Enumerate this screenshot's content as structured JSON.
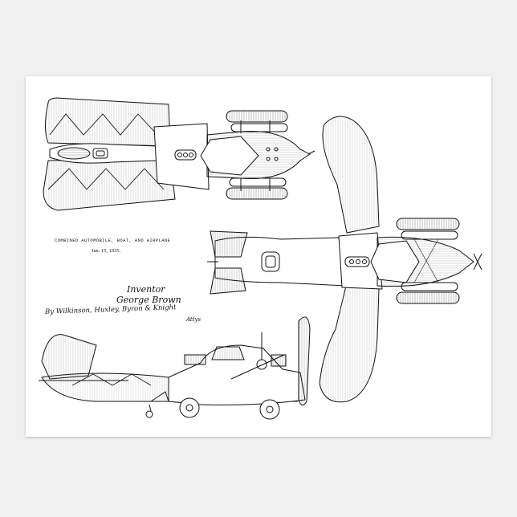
{
  "patent": {
    "title": "COMBINED AUTOMOBILE, BOAT, AND AIRPLANE",
    "date": "Jan. 15, 1935.",
    "inventor_label": "Inventor",
    "inventor_name": "George Brown",
    "attorneys": "By Wilkinson, Huxley, Byron & Knight",
    "attorneys_suffix": "Attys"
  },
  "colors": {
    "paper": "#ffffff",
    "ink": "#111111",
    "background": "#f0f0f0"
  }
}
